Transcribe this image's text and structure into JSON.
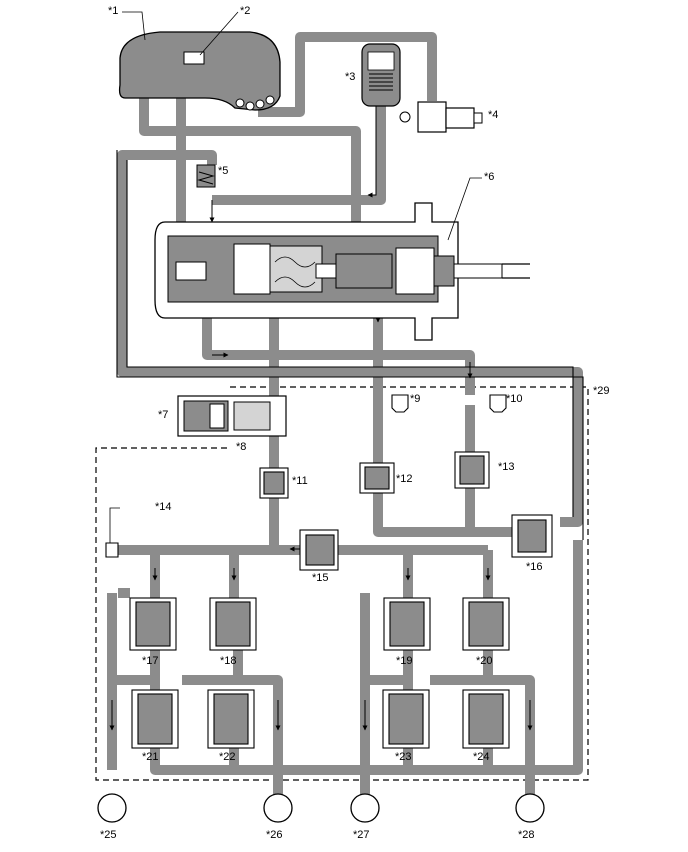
{
  "diagram": {
    "labels": {
      "l1": "*1",
      "l2": "*2",
      "l3": "*3",
      "l4": "*4",
      "l5": "*5",
      "l6": "*6",
      "l7": "*7",
      "l8": "*8",
      "l9": "*9",
      "l10": "*10",
      "l11": "*11",
      "l12": "*12",
      "l13": "*13",
      "l14": "*14",
      "l15": "*15",
      "l16": "*16",
      "l17": "*17",
      "l18": "*18",
      "l19": "*19",
      "l20": "*20",
      "l21": "*21",
      "l22": "*22",
      "l23": "*23",
      "l24": "*24",
      "l25": "*25",
      "l26": "*26",
      "l27": "*27",
      "l28": "*28",
      "l29": "*29"
    },
    "colors": {
      "fluid": "#8c8c8c",
      "line": "#000000",
      "background": "#ffffff",
      "inner": "#d4d4d4"
    }
  }
}
